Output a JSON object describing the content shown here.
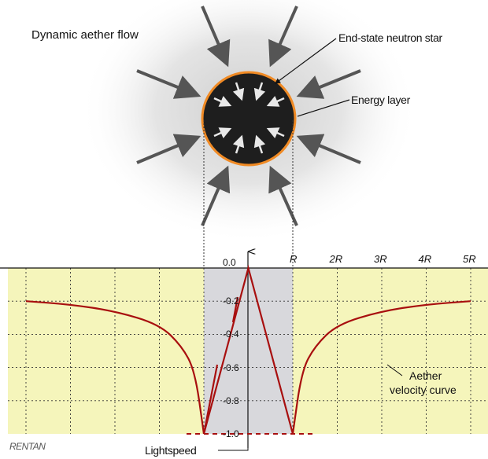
{
  "title": "Dynamic aether flow",
  "labels": {
    "star": "End-state neutron star",
    "energy_layer": "Energy layer",
    "velocity_curve_line1": "Aether",
    "velocity_curve_line2": "velocity curve",
    "lightspeed": "Lightspeed"
  },
  "logo": "RENTAN",
  "y_ticks": [
    "0.0",
    "-0.2",
    "-0.4",
    "-0.6",
    "-0.8",
    "-1.0"
  ],
  "x_ticks": [
    "R",
    "2R",
    "3R",
    "4R",
    "5R"
  ],
  "colors": {
    "halo": "#e6e6e6",
    "star": "#1e1e1e",
    "star_rim": "#f08a24",
    "plot_bg": "#f5f5bb",
    "core_band": "#d8d8dc",
    "curve": "#a80f0f",
    "arrow": "#555555"
  },
  "chart_data": {
    "type": "line",
    "xlabel": "",
    "ylabel": "",
    "x_ticks": [
      "R",
      "2R",
      "3R",
      "4R",
      "5R"
    ],
    "ylim": [
      -1.0,
      0.0
    ],
    "series": [
      {
        "x": [
          -5,
          -4,
          -3,
          -2,
          -1.5,
          -1.2,
          -1.0
        ],
        "y": [
          -0.2,
          -0.22,
          -0.26,
          -0.34,
          -0.47,
          -0.62,
          -1.0
        ]
      },
      {
        "x": [
          1.0,
          1.2,
          1.5,
          2,
          3,
          4,
          5
        ],
        "y": [
          -1.0,
          -0.62,
          -0.47,
          -0.34,
          -0.26,
          -0.22,
          -0.2
        ]
      },
      {
        "x": [
          -1.0,
          0.0,
          1.0
        ],
        "y": [
          -1.0,
          0.0,
          -1.0
        ]
      }
    ]
  }
}
